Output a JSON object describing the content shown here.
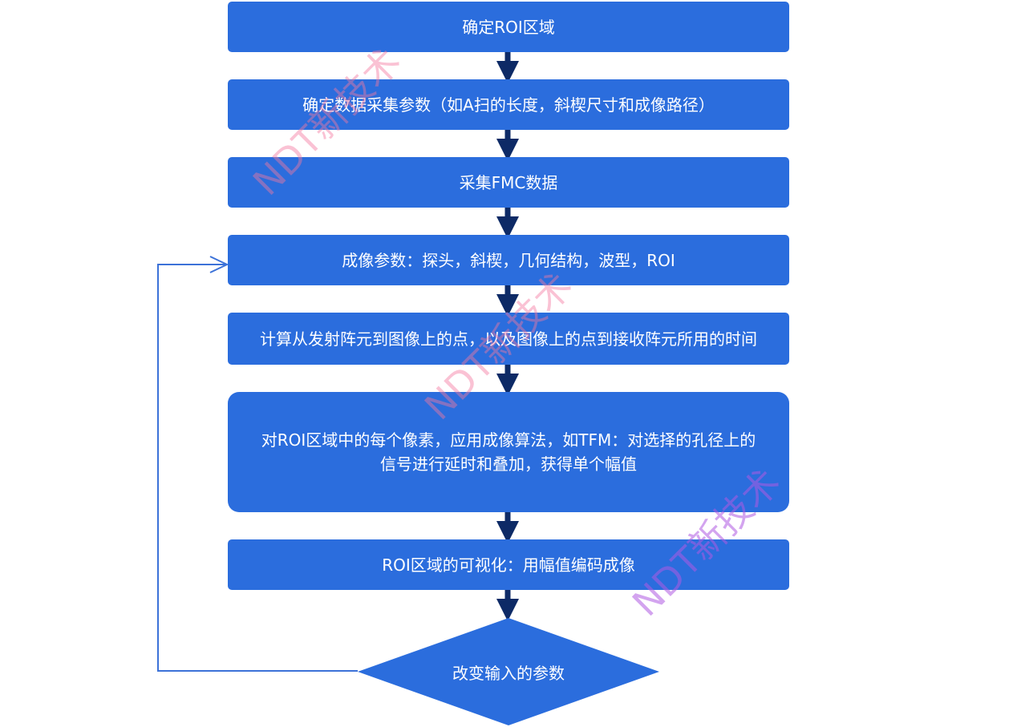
{
  "steps": [
    {
      "id": "step-1",
      "text": "确定ROI区域"
    },
    {
      "id": "step-2",
      "text": "确定数据采集参数（如A扫的长度，斜楔尺寸和成像路径）"
    },
    {
      "id": "step-3",
      "text": "采集FMC数据"
    },
    {
      "id": "step-4",
      "text": "成像参数：探头，斜楔，几何结构，波型，ROI"
    },
    {
      "id": "step-5",
      "text": "计算从发射阵元到图像上的点，以及图像上的点到接收阵元所用的时间"
    },
    {
      "id": "step-6",
      "text": "对ROI区域中的每个像素，应用成像算法，如TFM：对选择的孔径上的\n信号进行延时和叠加，获得单个幅值"
    },
    {
      "id": "step-7",
      "text": "ROI区域的可视化：用幅值编码成像"
    }
  ],
  "decision": {
    "text": "改变输入的参数"
  },
  "watermarks": [
    "NDT新技术",
    "NDT新技术",
    "NDT新技术"
  ],
  "colors": {
    "box_fill": "#2b6ddd",
    "box_text": "#ffffff",
    "arrow": "#0d2a66",
    "loop_line": "#3c72d8"
  }
}
